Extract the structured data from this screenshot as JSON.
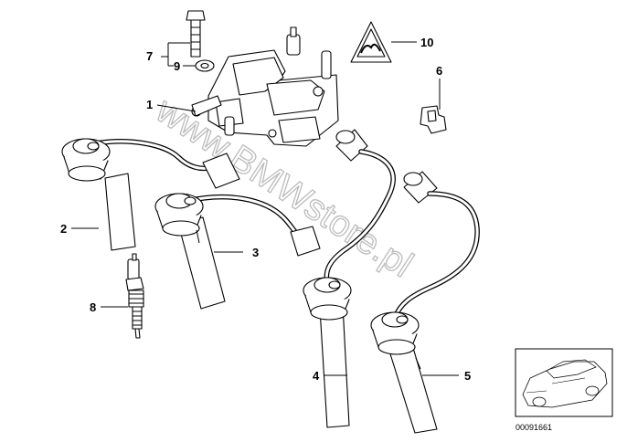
{
  "callouts": [
    {
      "id": "7",
      "label": "7"
    },
    {
      "id": "9",
      "label": "9"
    },
    {
      "id": "1",
      "label": "1"
    },
    {
      "id": "10",
      "label": "10"
    },
    {
      "id": "6",
      "label": "6"
    },
    {
      "id": "2",
      "label": "2"
    },
    {
      "id": "3",
      "label": "3"
    },
    {
      "id": "8",
      "label": "8"
    },
    {
      "id": "4",
      "label": "4"
    },
    {
      "id": "5",
      "label": "5"
    }
  ],
  "watermark": "www.BMWstore.pl",
  "reference_number": "00091661",
  "warning_icon": "high-voltage-warning-icon"
}
